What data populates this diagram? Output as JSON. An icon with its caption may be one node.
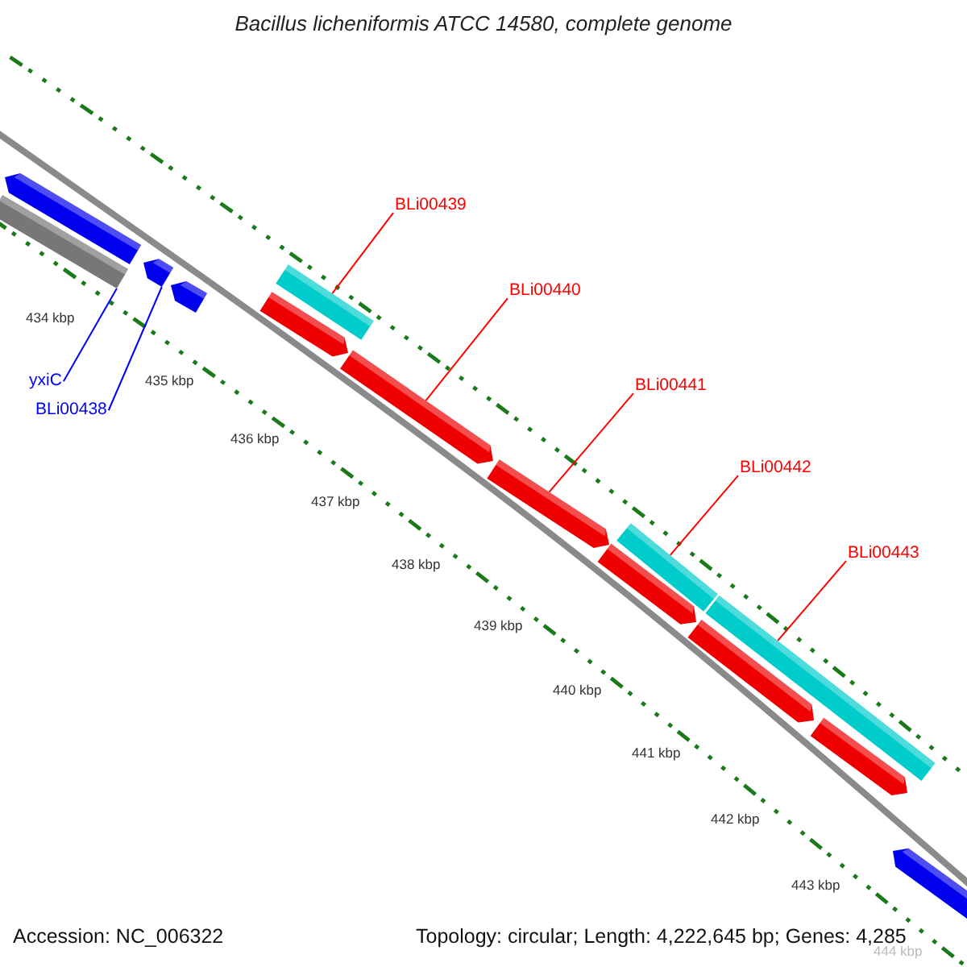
{
  "diagram": {
    "title": "Bacillus licheniformis ATCC 14580, complete genome",
    "nodes": [
      {
        "text": [
          "yxiC"
        ]
      },
      {
        "text": [
          "BLi00438"
        ]
      },
      {
        "text": [
          "BLi00439"
        ]
      },
      {
        "text": [
          "BLi00440"
        ]
      },
      {
        "text": [
          "BLi00441"
        ]
      },
      {
        "text": [
          "BLi00442"
        ]
      },
      {
        "text": [
          "BLi00443"
        ]
      },
      {
        "text": [],
        "shape": "bar"
      },
      {
        "text": [],
        "shape": "bar"
      },
      {
        "text": [],
        "shape": "bar"
      },
      {
        "text": [],
        "shape": "bar"
      },
      {
        "text": [],
        "shape": "bar"
      },
      {
        "text": [],
        "shape": "bar"
      },
      {
        "text": [],
        "shape": "bar"
      },
      {
        "text": [],
        "shape": "bar"
      },
      {
        "text": [],
        "shape": "bar"
      },
      {
        "text": [],
        "shape": "bar"
      },
      {
        "text": [],
        "shape": "bar"
      },
      {
        "text": [],
        "shape": "bar"
      },
      {
        "text": [],
        "shape": "bar"
      },
      {
        "text": [],
        "shape": "bar"
      }
    ],
    "edges": [
      {
        "from": 0,
        "to": 8,
        "arrow": "none",
        "color": "#0000ff"
      },
      {
        "from": 1,
        "to": 9,
        "arrow": "none",
        "color": "#0000ff"
      },
      {
        "from": 2,
        "to": 11,
        "arrow": "none"
      },
      {
        "from": 3,
        "to": 13,
        "arrow": "none"
      },
      {
        "from": 4,
        "to": 14,
        "arrow": "none"
      },
      {
        "from": 5,
        "to": 15,
        "arrow": "none"
      },
      {
        "from": 6,
        "to": 17,
        "arrow": "none"
      }
    ],
    "labels": [
      "434 kbp",
      "435 kbp",
      "436 kbp",
      "437 kbp",
      "438 kbp",
      "439 kbp",
      "440 kbp",
      "441 kbp",
      "442 kbp",
      "443 kbp",
      "444 kbp",
      "Accession: NC_006322",
      "Topology: circular; Length: 4,222,645 bp; Genes: 4,285"
    ]
  }
}
